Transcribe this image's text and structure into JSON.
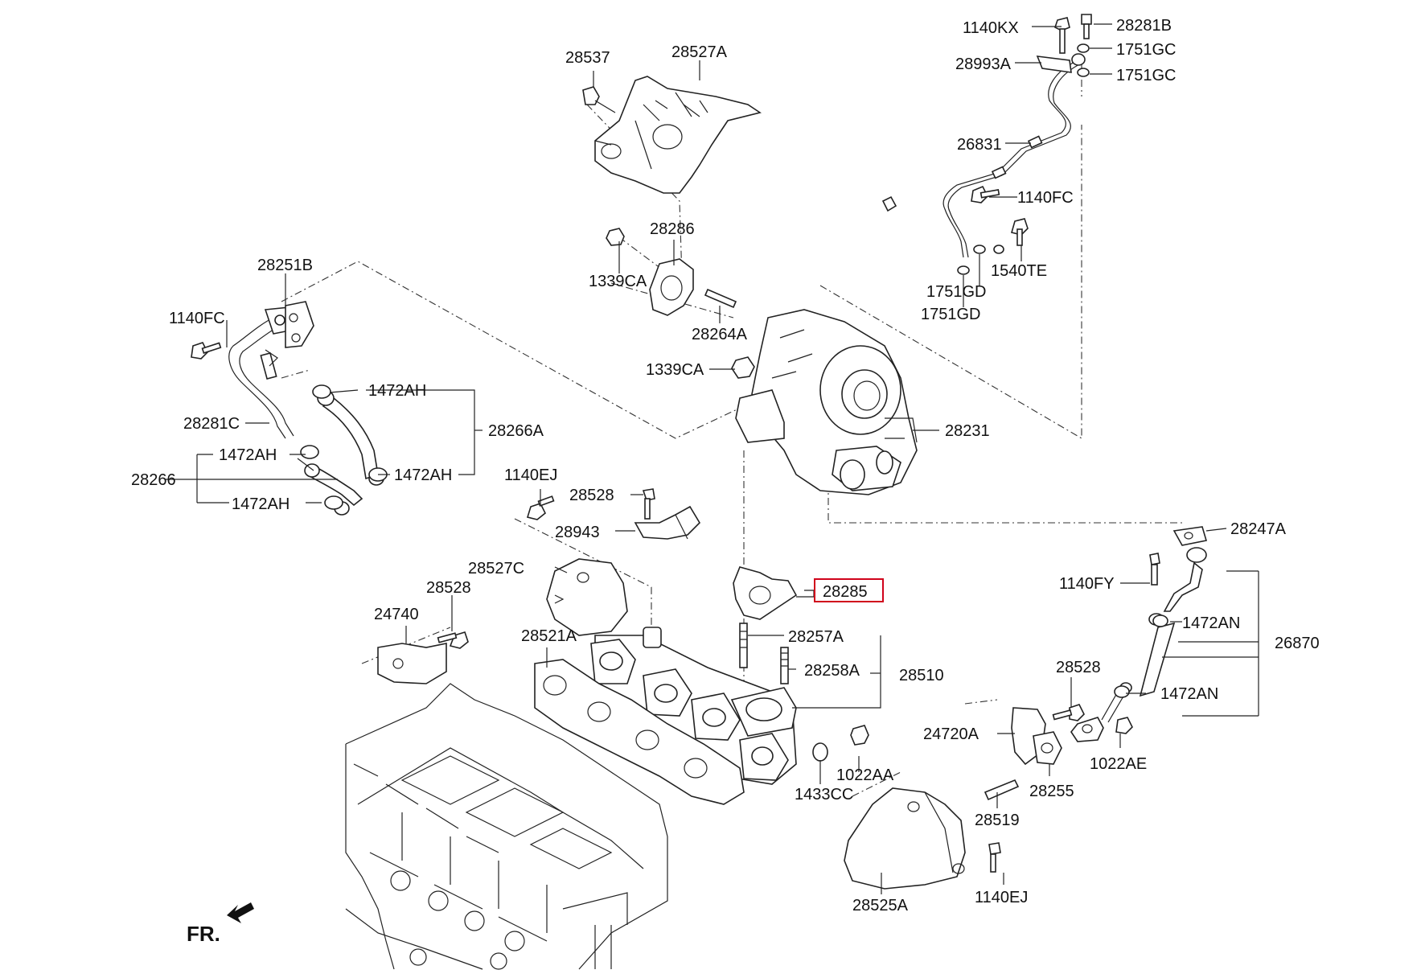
{
  "diagram": {
    "orientation_label": "FR.",
    "highlighted_part": "28285",
    "highlight_color": "#d0021b",
    "part_labels": {
      "p28537": "28537",
      "p28527A": "28527A",
      "p1140KX": "1140KX",
      "p28281B": "28281B",
      "p1751GC_a": "1751GC",
      "p28993A": "28993A",
      "p1751GC_b": "1751GC",
      "p26831": "26831",
      "p1140FC_top": "1140FC",
      "p28286": "28286",
      "p1540TE": "1540TE",
      "p1339CA_a": "1339CA",
      "p1751GD_a": "1751GD",
      "p28251B": "28251B",
      "p28264A": "28264A",
      "p1751GD_b": "1751GD",
      "p1140FC_left": "1140FC",
      "p1339CA_b": "1339CA",
      "p1472AH_a": "1472AH",
      "p28281C": "28281C",
      "p28266A": "28266A",
      "p28231": "28231",
      "p1472AH_b": "1472AH",
      "p1472AH_c": "1472AH",
      "p28266": "28266",
      "p1140EJ_a": "1140EJ",
      "p1472AH_d": "1472AH",
      "p28528_a": "28528",
      "p28943": "28943",
      "p28247A": "28247A",
      "p28527C": "28527C",
      "p28285": "28285",
      "p1140FY": "1140FY",
      "p28528_b": "28528",
      "p24740": "24740",
      "p1472AN_a": "1472AN",
      "p28521A": "28521A",
      "p28257A": "28257A",
      "p26870": "26870",
      "p28258A": "28258A",
      "p28510": "28510",
      "p28528_c": "28528",
      "p1472AN_b": "1472AN",
      "p24720A": "24720A",
      "p1022AA": "1022AA",
      "p1022AE": "1022AE",
      "p1433CC": "1433CC",
      "p28255": "28255",
      "p28519": "28519",
      "p1140EJ_b": "1140EJ",
      "p28525A": "28525A"
    }
  }
}
